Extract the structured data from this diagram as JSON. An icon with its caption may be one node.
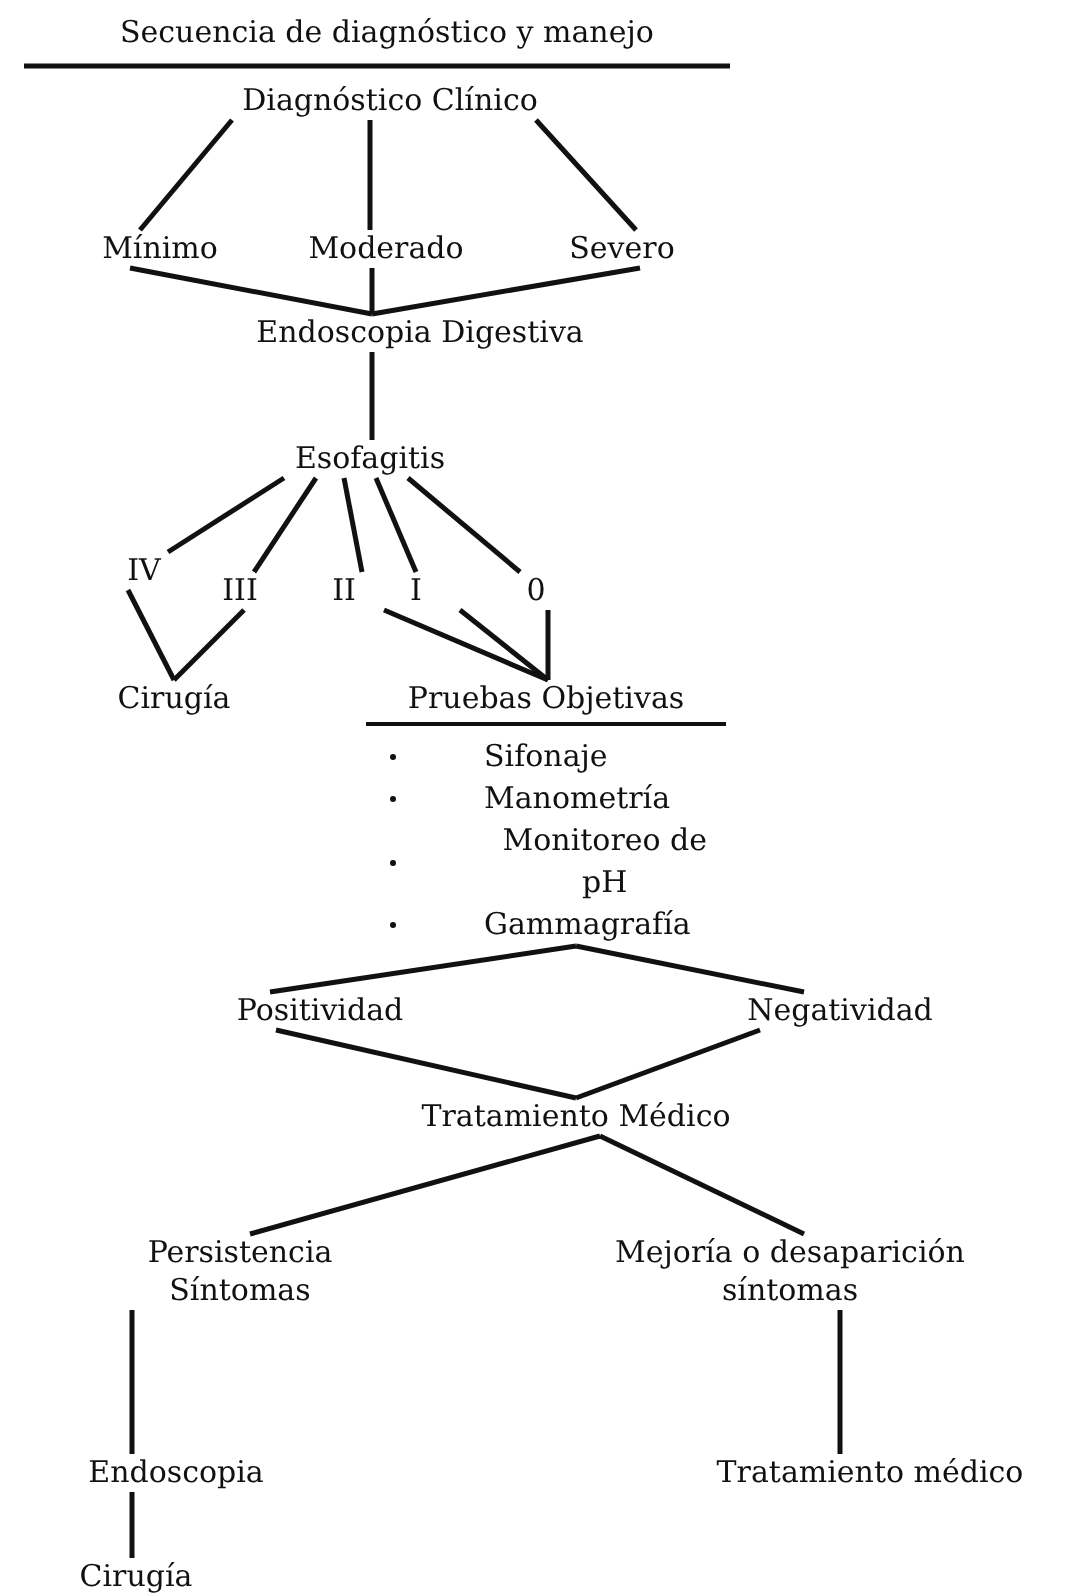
{
  "diagram": {
    "title": "Secuencia de diagnóstico y manejo",
    "nodes": [
      {
        "text": [
          "Diagnóstico Clínico"
        ]
      },
      {
        "text": [
          "Mínimo"
        ]
      },
      {
        "text": [
          "Moderado"
        ]
      },
      {
        "text": [
          "Severo"
        ]
      },
      {
        "text": [
          "Endoscopia Digestiva"
        ]
      },
      {
        "text": [
          "Esofagitis"
        ]
      },
      {
        "text": [
          "IV"
        ]
      },
      {
        "text": [
          "III"
        ]
      },
      {
        "text": [
          "II"
        ]
      },
      {
        "text": [
          "I"
        ]
      },
      {
        "text": [
          "0"
        ]
      },
      {
        "text": [
          "Cirugía"
        ]
      },
      {
        "text": [
          "Pruebas Objetivas",
          "Sifonaje",
          "Manometría",
          "Monitoreo de pH",
          "Gammagrafía"
        ]
      },
      {
        "text": [
          "Positividad"
        ]
      },
      {
        "text": [
          "Negatividad"
        ]
      },
      {
        "text": [
          "Tratamiento Médico"
        ]
      },
      {
        "text": [
          "Persistencia Síntomas"
        ]
      },
      {
        "text": [
          "Mejoría o desaparición síntomas"
        ]
      },
      {
        "text": [
          "Endoscopia"
        ]
      },
      {
        "text": [
          "Cirugía"
        ]
      },
      {
        "text": [
          "Tratamiento médico"
        ]
      }
    ],
    "edges": [
      {
        "from": 0,
        "to": 1,
        "arrow": "none"
      },
      {
        "from": 0,
        "to": 2,
        "arrow": "none"
      },
      {
        "from": 0,
        "to": 3,
        "arrow": "none"
      },
      {
        "from": 1,
        "to": 4,
        "arrow": "none"
      },
      {
        "from": 2,
        "to": 4,
        "arrow": "none"
      },
      {
        "from": 3,
        "to": 4,
        "arrow": "none"
      },
      {
        "from": 4,
        "to": 5,
        "arrow": "none"
      },
      {
        "from": 5,
        "to": 6,
        "arrow": "none"
      },
      {
        "from": 5,
        "to": 7,
        "arrow": "none"
      },
      {
        "from": 5,
        "to": 8,
        "arrow": "none"
      },
      {
        "from": 5,
        "to": 9,
        "arrow": "none"
      },
      {
        "from": 5,
        "to": 10,
        "arrow": "none"
      },
      {
        "from": 6,
        "to": 11,
        "arrow": "none"
      },
      {
        "from": 7,
        "to": 11,
        "arrow": "none"
      },
      {
        "from": 8,
        "to": 12,
        "arrow": "none"
      },
      {
        "from": 9,
        "to": 12,
        "arrow": "none"
      },
      {
        "from": 10,
        "to": 12,
        "arrow": "none"
      },
      {
        "from": 12,
        "to": 13,
        "arrow": "none"
      },
      {
        "from": 12,
        "to": 14,
        "arrow": "none"
      },
      {
        "from": 13,
        "to": 15,
        "arrow": "none"
      },
      {
        "from": 14,
        "to": 15,
        "arrow": "none"
      },
      {
        "from": 15,
        "to": 16,
        "arrow": "none"
      },
      {
        "from": 15,
        "to": 17,
        "arrow": "none"
      },
      {
        "from": 16,
        "to": 18,
        "arrow": "none"
      },
      {
        "from": 17,
        "to": 20,
        "arrow": "none"
      },
      {
        "from": 18,
        "to": 19,
        "arrow": "none"
      }
    ]
  }
}
